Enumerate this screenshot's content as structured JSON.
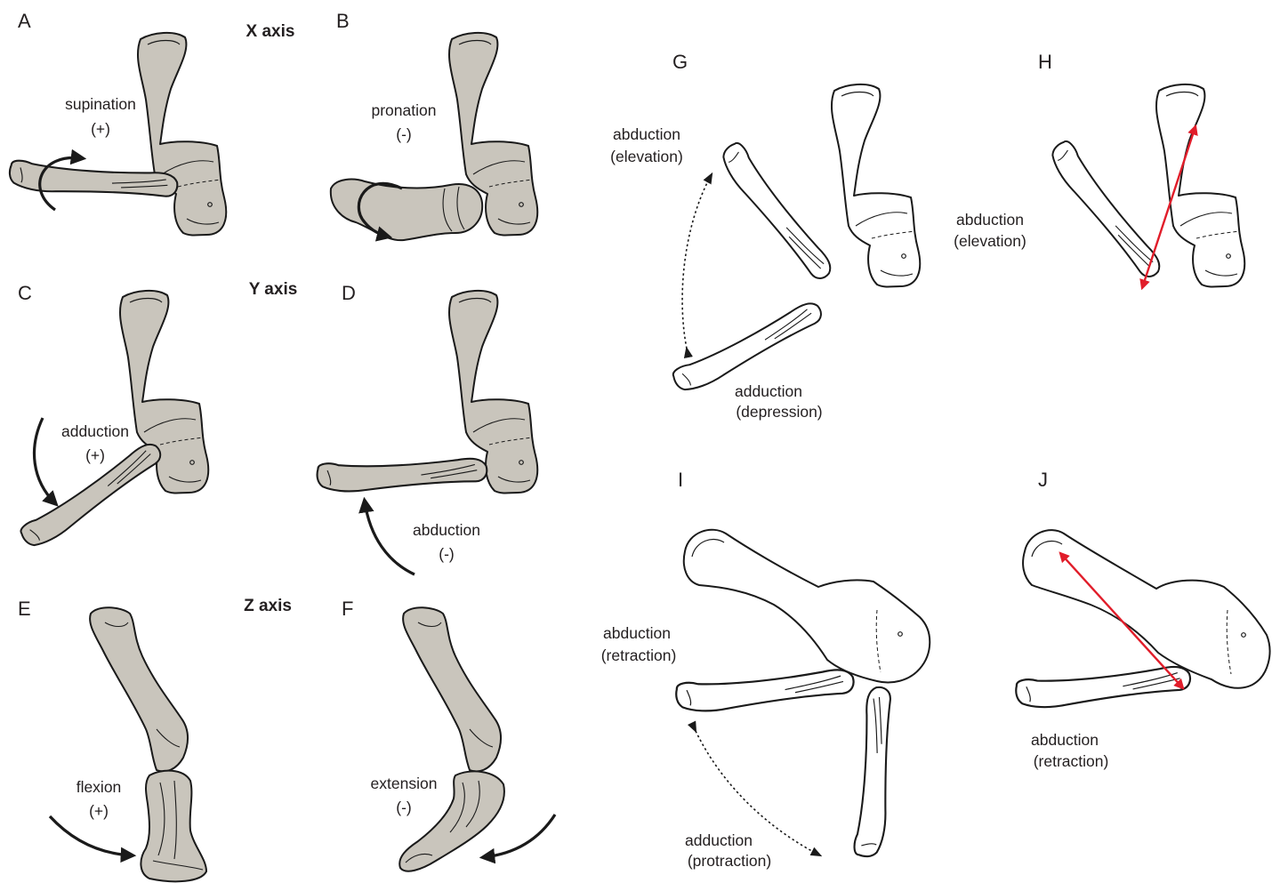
{
  "panels": {
    "A": {
      "letter": "A",
      "label_1": "supination",
      "label_2": "(+)"
    },
    "B": {
      "letter": "B",
      "label_1": "pronation",
      "label_2": "(-)"
    },
    "C": {
      "letter": "C",
      "label_1": "adduction",
      "label_2": "(+)"
    },
    "D": {
      "letter": "D",
      "label_1": "abduction",
      "label_2": "(-)"
    },
    "E": {
      "letter": "E",
      "label_1": "flexion",
      "label_2": "(+)"
    },
    "F": {
      "letter": "F",
      "label_1": "extension",
      "label_2": "(-)"
    },
    "G": {
      "letter": "G",
      "label_1": "abduction",
      "label_2": "(elevation)",
      "label_3": "adduction",
      "label_4": "(depression)"
    },
    "H": {
      "letter": "H",
      "label_1": "abduction",
      "label_2": "(elevation)"
    },
    "I": {
      "letter": "I",
      "label_1": "abduction",
      "label_2": "(retraction)",
      "label_3": "adduction",
      "label_4": "(protraction)"
    },
    "J": {
      "letter": "J",
      "label_1": "abduction",
      "label_2": "(retraction)"
    }
  },
  "axes": {
    "x": {
      "label": "X axis",
      "color": "#e11d2a"
    },
    "y": {
      "label": "Y axis",
      "color": "#16a34a"
    },
    "z": {
      "label": "Z axis",
      "color": "#1e2a8a"
    }
  },
  "colors": {
    "bone_fill": "#c9c5bc",
    "outline": "#1a1a1a",
    "red_arrow": "#e11d2a"
  }
}
